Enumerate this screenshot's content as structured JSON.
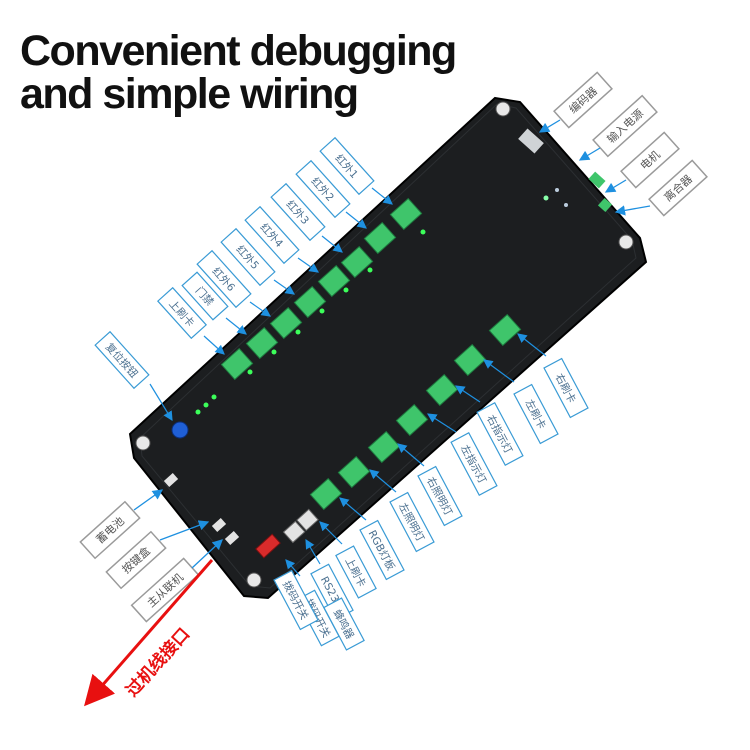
{
  "headline": {
    "line1": "Convenient debugging",
    "line2": "and simple wiring"
  },
  "labels_right_top": [
    {
      "text": "编码器"
    },
    {
      "text": "输入电源"
    },
    {
      "text": "电机"
    },
    {
      "text": "离合器"
    }
  ],
  "labels_top": [
    {
      "text": "红外1"
    },
    {
      "text": "红外2"
    },
    {
      "text": "红外3"
    },
    {
      "text": "红外4"
    },
    {
      "text": "红外5"
    },
    {
      "text": "红外6"
    },
    {
      "text": "门禁"
    },
    {
      "text": "上刷卡"
    }
  ],
  "label_left": {
    "text": "复位按钮"
  },
  "labels_left_bottom": [
    {
      "text": "蓄电池"
    },
    {
      "text": "按键盒"
    },
    {
      "text": "主从联机"
    }
  ],
  "labels_bottom": [
    {
      "text": "右刷卡"
    },
    {
      "text": "左刷卡"
    },
    {
      "text": "右指示灯"
    },
    {
      "text": "左指示灯"
    },
    {
      "text": "右照明灯"
    },
    {
      "text": "左照明灯"
    },
    {
      "text": "RGB灯板"
    },
    {
      "text": "上刷卡"
    },
    {
      "text": "RS232"
    },
    {
      "text": "拨码开关"
    },
    {
      "text": "蜂鸣器"
    },
    {
      "text": "拨码开关"
    }
  ],
  "red_label": {
    "text": "过机线接口"
  },
  "colors": {
    "board": "#1c1e20",
    "terminal": "#3fc56b",
    "label_border": "#9a9a9a",
    "label_border_blue": "#3a9bd5",
    "arrow_blue": "#1e90e0",
    "red": "#e81010",
    "reset_button": "#1f5fd6"
  }
}
